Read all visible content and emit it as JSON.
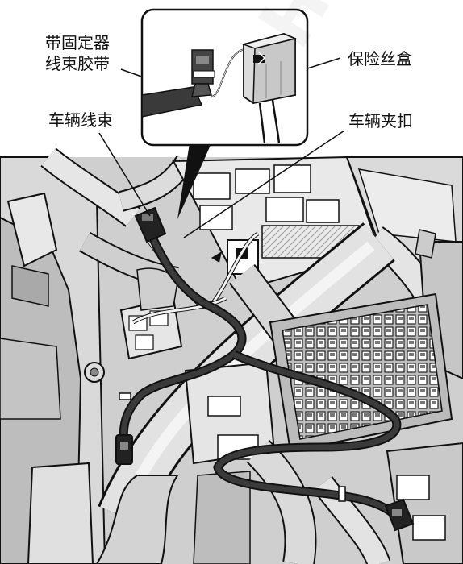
{
  "labels": {
    "tie_line1": "带固定器",
    "tie_line2": "线束胶带",
    "fuse_box": "保险丝盒",
    "vehicle_harness": "车辆线束",
    "vehicle_clip": "车辆夹扣"
  },
  "watermark": "HONDA",
  "colors": {
    "line": "#111111",
    "metal_light": "#e3e3e3",
    "metal_mid": "#b8b8b8",
    "metal_dark": "#6f6f6f",
    "harness": "#2a2a2a"
  },
  "icons": [
    "fuse-box-icon",
    "connector-icon",
    "bolt-icon",
    "cable-tie-icon"
  ]
}
